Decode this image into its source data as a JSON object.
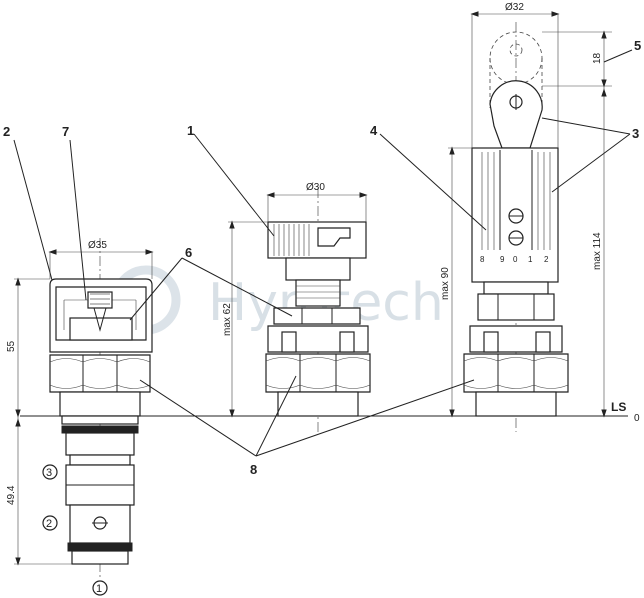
{
  "watermark": {
    "text": "Hyrotech"
  },
  "dimensions": {
    "dia_35": "Ø35",
    "dia_30": "Ø30",
    "dia_32": "Ø32",
    "h_55": "55",
    "h_49_4": "49.4",
    "h_max62": "max 62",
    "h_max90": "max 90",
    "h_max114": "max 114",
    "h_18": "18",
    "ref_zero": "0"
  },
  "labels": {
    "ls": "LS"
  },
  "callouts": [
    "2",
    "7",
    "1",
    "4",
    "5",
    "3",
    "6",
    "8"
  ],
  "ports": [
    "3",
    "2",
    "1"
  ],
  "dial_scale": [
    "8",
    "9",
    "0",
    "1",
    "2"
  ]
}
